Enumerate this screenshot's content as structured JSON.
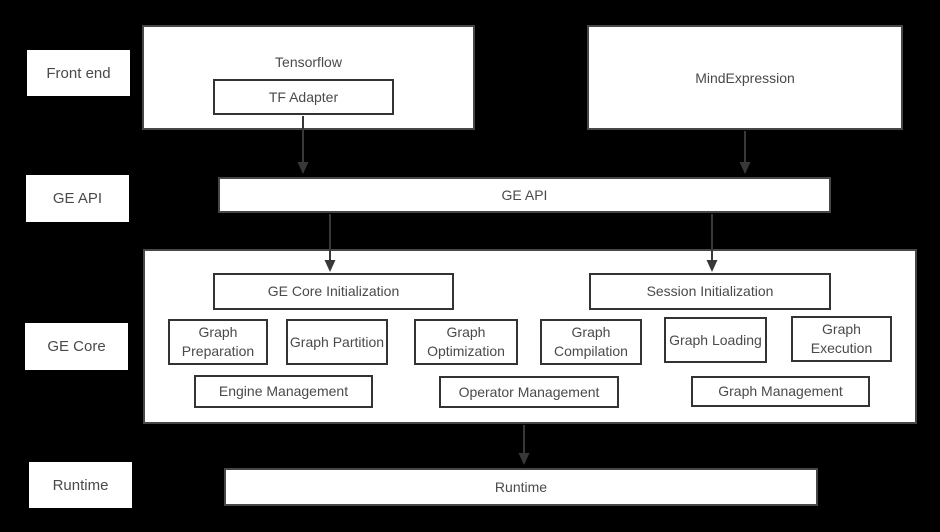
{
  "colors": {
    "background": "#000000",
    "box_fill": "#ffffff",
    "outer_border": "#474747",
    "inner_border": "#333333",
    "text": "#4a4a4a",
    "arrow": "#383838"
  },
  "row_labels": {
    "front_end": "Front end",
    "ge_api": "GE API",
    "ge_core": "GE Core",
    "runtime": "Runtime"
  },
  "front_end": {
    "tensorflow_title": "Tensorflow",
    "tf_adapter": "TF Adapter",
    "mind_expression": "MindExpression"
  },
  "ge_api": {
    "title": "GE API"
  },
  "ge_core": {
    "ge_core_initialization": "GE Core Initialization",
    "session_initialization": "Session Initialization",
    "stages": [
      "Graph Preparation",
      "Graph Partition",
      "Graph Optimization",
      "Graph Compilation",
      "Graph Loading",
      "Graph Execution"
    ],
    "management": [
      "Engine Management",
      "Operator Management",
      "Graph Management"
    ]
  },
  "runtime": {
    "title": "Runtime"
  }
}
